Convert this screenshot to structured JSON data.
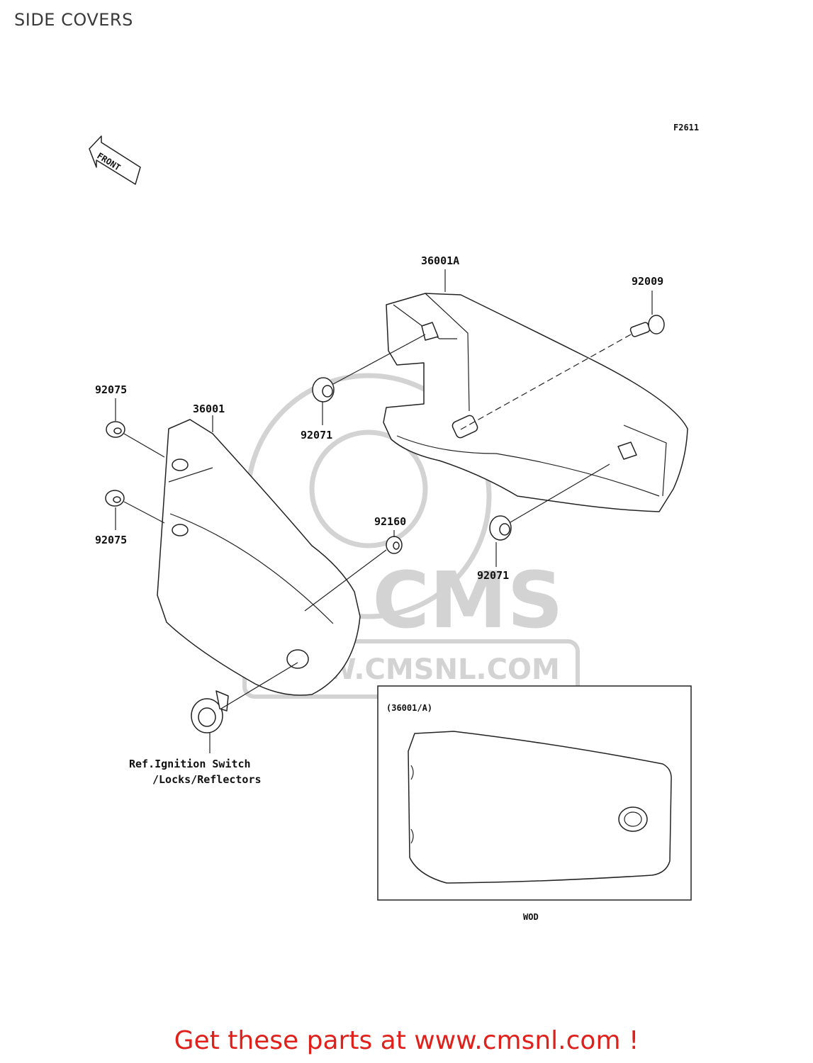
{
  "header": {
    "title": "SIDE COVERS"
  },
  "diagram": {
    "figure_code": "F2611",
    "direction_marker": "FRONT",
    "watermark": {
      "brand": "CMS",
      "url": "WWW.CMSNL.COM"
    },
    "callouts": {
      "cover_a": "36001A",
      "bolt": "92009",
      "grommet_upper_left": "92075",
      "cover_left": "36001",
      "grommet_a_upper": "92071",
      "grommet_lower_left": "92075",
      "grommet_center": "92160",
      "grommet_a_lower": "92071"
    },
    "reference_note": {
      "line1": "Ref.Ignition Switch",
      "line2": "/Locks/Reflectors"
    },
    "inset": {
      "title": "(36001/A)",
      "caption": "WOD"
    }
  },
  "footer": {
    "cta": "Get these parts at www.cmsnl.com !"
  },
  "colors": {
    "cta": "#e0201a",
    "line": "#222222",
    "watermark": "#d3d3d3"
  }
}
